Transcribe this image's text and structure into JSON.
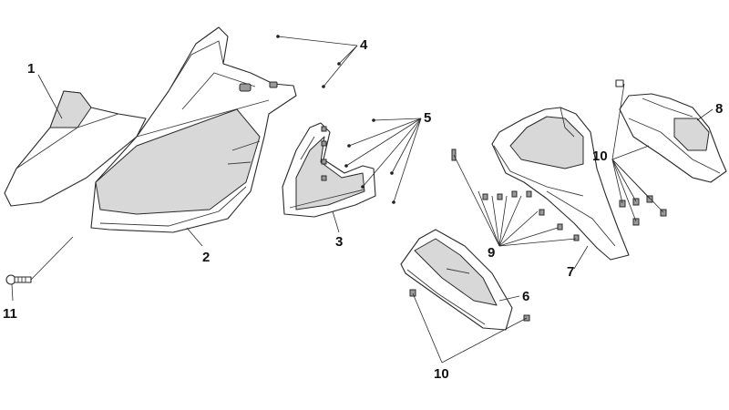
{
  "diagram": {
    "callouts": [
      {
        "id": "1",
        "label": "1"
      },
      {
        "id": "2",
        "label": "2"
      },
      {
        "id": "3",
        "label": "3"
      },
      {
        "id": "4",
        "label": "4"
      },
      {
        "id": "5",
        "label": "5"
      },
      {
        "id": "6",
        "label": "6"
      },
      {
        "id": "7",
        "label": "7"
      },
      {
        "id": "8",
        "label": "8"
      },
      {
        "id": "9",
        "label": "9"
      },
      {
        "id": "10a",
        "label": "10"
      },
      {
        "id": "10b",
        "label": "10"
      },
      {
        "id": "11",
        "label": "11"
      }
    ]
  }
}
